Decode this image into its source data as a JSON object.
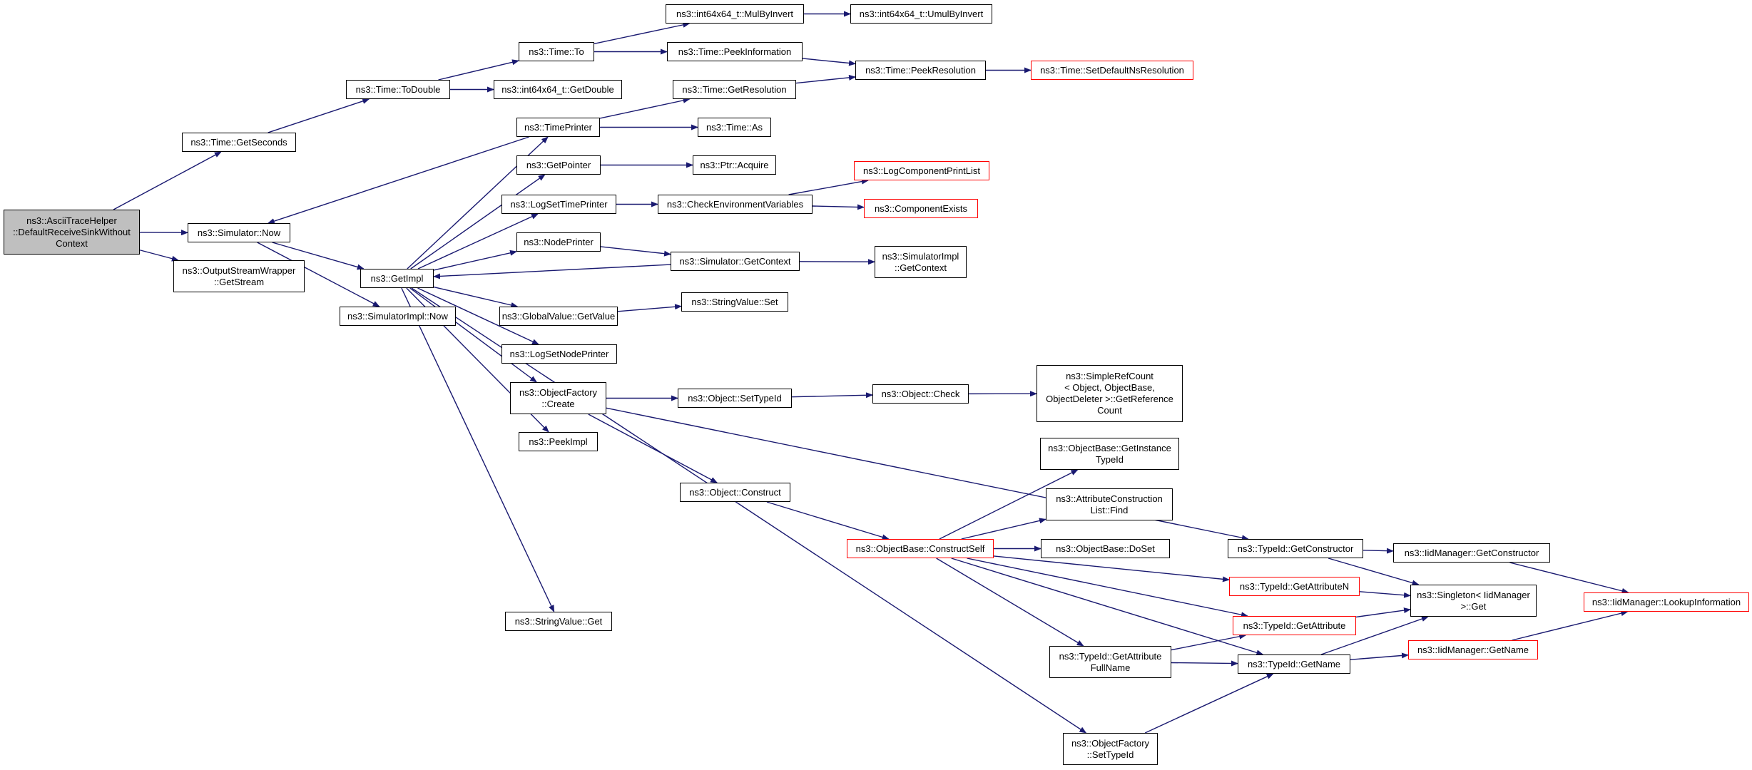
{
  "colors": {
    "edge": "#191970",
    "node_border": "#000000",
    "node_border_red": "#ff0000",
    "root_fill": "#bfbfbf"
  },
  "nodes": {
    "root": "ns3::AsciiTraceHelper\n::DefaultReceiveSinkWithout\nContext",
    "time_getseconds": "ns3::Time::GetSeconds",
    "time_todouble": "ns3::Time::ToDouble",
    "time_to": "ns3::Time::To",
    "int64_mulbyinvert": "ns3::int64x64_t::MulByInvert",
    "int64_umulbyinvert": "ns3::int64x64_t::UmulByInvert",
    "time_peekinformation": "ns3::Time::PeekInformation",
    "time_peekresolution": "ns3::Time::PeekResolution",
    "time_setdefaultnsresolution": "ns3::Time::SetDefaultNsResolution",
    "int64_getdouble": "ns3::int64x64_t::GetDouble",
    "time_getresolution": "ns3::Time::GetResolution",
    "timeprinter": "ns3::TimePrinter",
    "time_as": "ns3::Time::As",
    "simulator_now": "ns3::Simulator::Now",
    "outputstreamwrapper_getstream": "ns3::OutputStreamWrapper\n::GetStream",
    "getpointer": "ns3::GetPointer",
    "ptr_acquire": "ns3::Ptr::Acquire",
    "logsettimeprinter": "ns3::LogSetTimePrinter",
    "checkenvironmentvariables": "ns3::CheckEnvironmentVariables",
    "logcomponentprintlist": "ns3::LogComponentPrintList",
    "componentexists": "ns3::ComponentExists",
    "nodeprinter": "ns3::NodePrinter",
    "simulator_getcontext": "ns3::Simulator::GetContext",
    "simulatorimpl_getcontext": "ns3::SimulatorImpl\n::GetContext",
    "getimpl": "ns3::GetImpl",
    "simulatorimpl_now": "ns3::SimulatorImpl::Now",
    "globalvalue_getvalue": "ns3::GlobalValue::GetValue",
    "stringvalue_set": "ns3::StringValue::Set",
    "logsetnodeprinter": "ns3::LogSetNodePrinter",
    "objectfactory_create": "ns3::ObjectFactory\n::Create",
    "object_settypeid": "ns3::Object::SetTypeId",
    "object_check": "ns3::Object::Check",
    "simplerefcount_getreferencecount": "ns3::SimpleRefCount\n< Object, ObjectBase,\nObjectDeleter >::GetReference\nCount",
    "peekimpl": "ns3::PeekImpl",
    "object_construct": "ns3::Object::Construct",
    "objectbase_getinstancetypeid": "ns3::ObjectBase::GetInstance\nTypeId",
    "attributeconstructionlist_find": "ns3::AttributeConstruction\nList::Find",
    "objectbase_constructself": "ns3::ObjectBase::ConstructSelf",
    "objectbase_doset": "ns3::ObjectBase::DoSet",
    "typeid_getconstructor": "ns3::TypeId::GetConstructor",
    "iidmanager_getconstructor": "ns3::IidManager::GetConstructor",
    "iidmanager_lookupinformation": "ns3::IidManager::LookupInformation",
    "typeid_getattributen": "ns3::TypeId::GetAttributeN",
    "singleton_get": "ns3::Singleton< IidManager\n>::Get",
    "typeid_getattribute": "ns3::TypeId::GetAttribute",
    "stringvalue_get": "ns3::StringValue::Get",
    "iidmanager_getname": "ns3::IidManager::GetName",
    "typeid_getattributefullname": "ns3::TypeId::GetAttribute\nFullName",
    "typeid_getname": "ns3::TypeId::GetName",
    "objectfactory_settypeid": "ns3::ObjectFactory\n::SetTypeId"
  }
}
